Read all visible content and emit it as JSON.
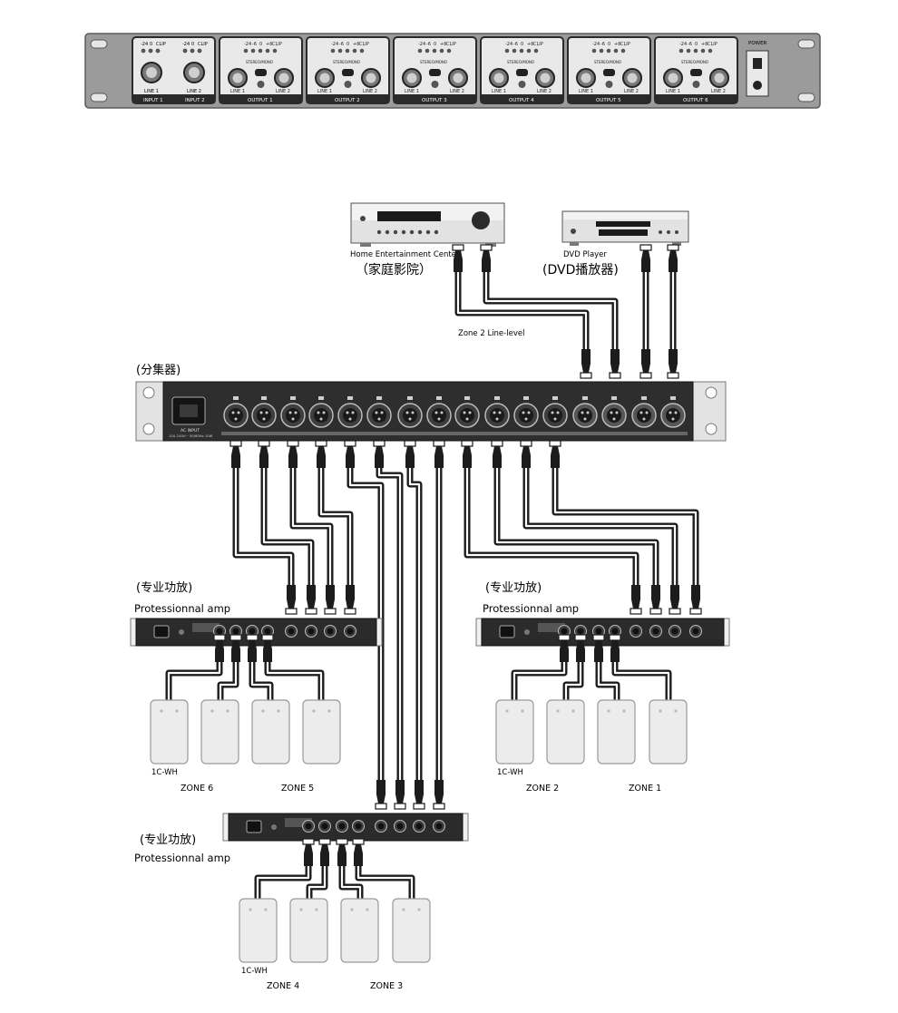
{
  "front_panel": {
    "input_module": {
      "meter_labels": [
        "-24",
        "0",
        "CLIP",
        "-24",
        "0",
        "CLIP"
      ],
      "knob_labels": [
        "LINE 1",
        "LINE 2"
      ],
      "captions": [
        "INPUT 1",
        "INPUT 2"
      ]
    },
    "output_modules": [
      {
        "caption": "OUTPUT 1"
      },
      {
        "caption": "OUTPUT 2"
      },
      {
        "caption": "OUTPUT 3"
      },
      {
        "caption": "OUTPUT 4"
      },
      {
        "caption": "OUTPUT 5"
      },
      {
        "caption": "OUTPUT 6"
      }
    ],
    "output_meter_labels": [
      "-24",
      "-6",
      "0",
      "+6",
      "CLIP"
    ],
    "output_knob_labels": [
      "LINE 1",
      "LINE 2"
    ],
    "stereo_mono_label": "STEREO/MONO",
    "power_label": "POWER"
  },
  "sources": {
    "home_entertainment": {
      "name_en": "Home Entertainment Center",
      "name_cn": "（家庭影院）"
    },
    "dvd_player": {
      "name_en": "DVD Player",
      "name_cn": "(DVD播放器)"
    },
    "zone2_label": "Zone 2 Line-level"
  },
  "splitter": {
    "label": "(分集器)",
    "ac_input_label": "AC INPUT",
    "ac_input_sublabel": "100-240V~ 50/60Hz 10W"
  },
  "amps": [
    {
      "label_cn": "(专业功放)",
      "label_en": "Protessionnal  amp",
      "speakers": [
        {
          "model": "1C-WH"
        }
      ],
      "zones": [
        "ZONE 6",
        "ZONE 5"
      ]
    },
    {
      "label_cn": "(专业功放)",
      "label_en": "Protessionnal  amp",
      "speakers": [
        {
          "model": "1C-WH"
        }
      ],
      "zones": [
        "ZONE 2",
        "ZONE 1"
      ]
    },
    {
      "label_cn": "(专业功放)",
      "label_en": "Protessionnal  amp",
      "speakers": [
        {
          "model": "1C-WH"
        }
      ],
      "zones": [
        "ZONE 4",
        "ZONE 3"
      ]
    }
  ],
  "colors": {
    "panel_gray": "#9b9b9b",
    "panel_dark": "#3a3a3a",
    "cable": "#1c1c1c",
    "speaker": "#ececec"
  }
}
